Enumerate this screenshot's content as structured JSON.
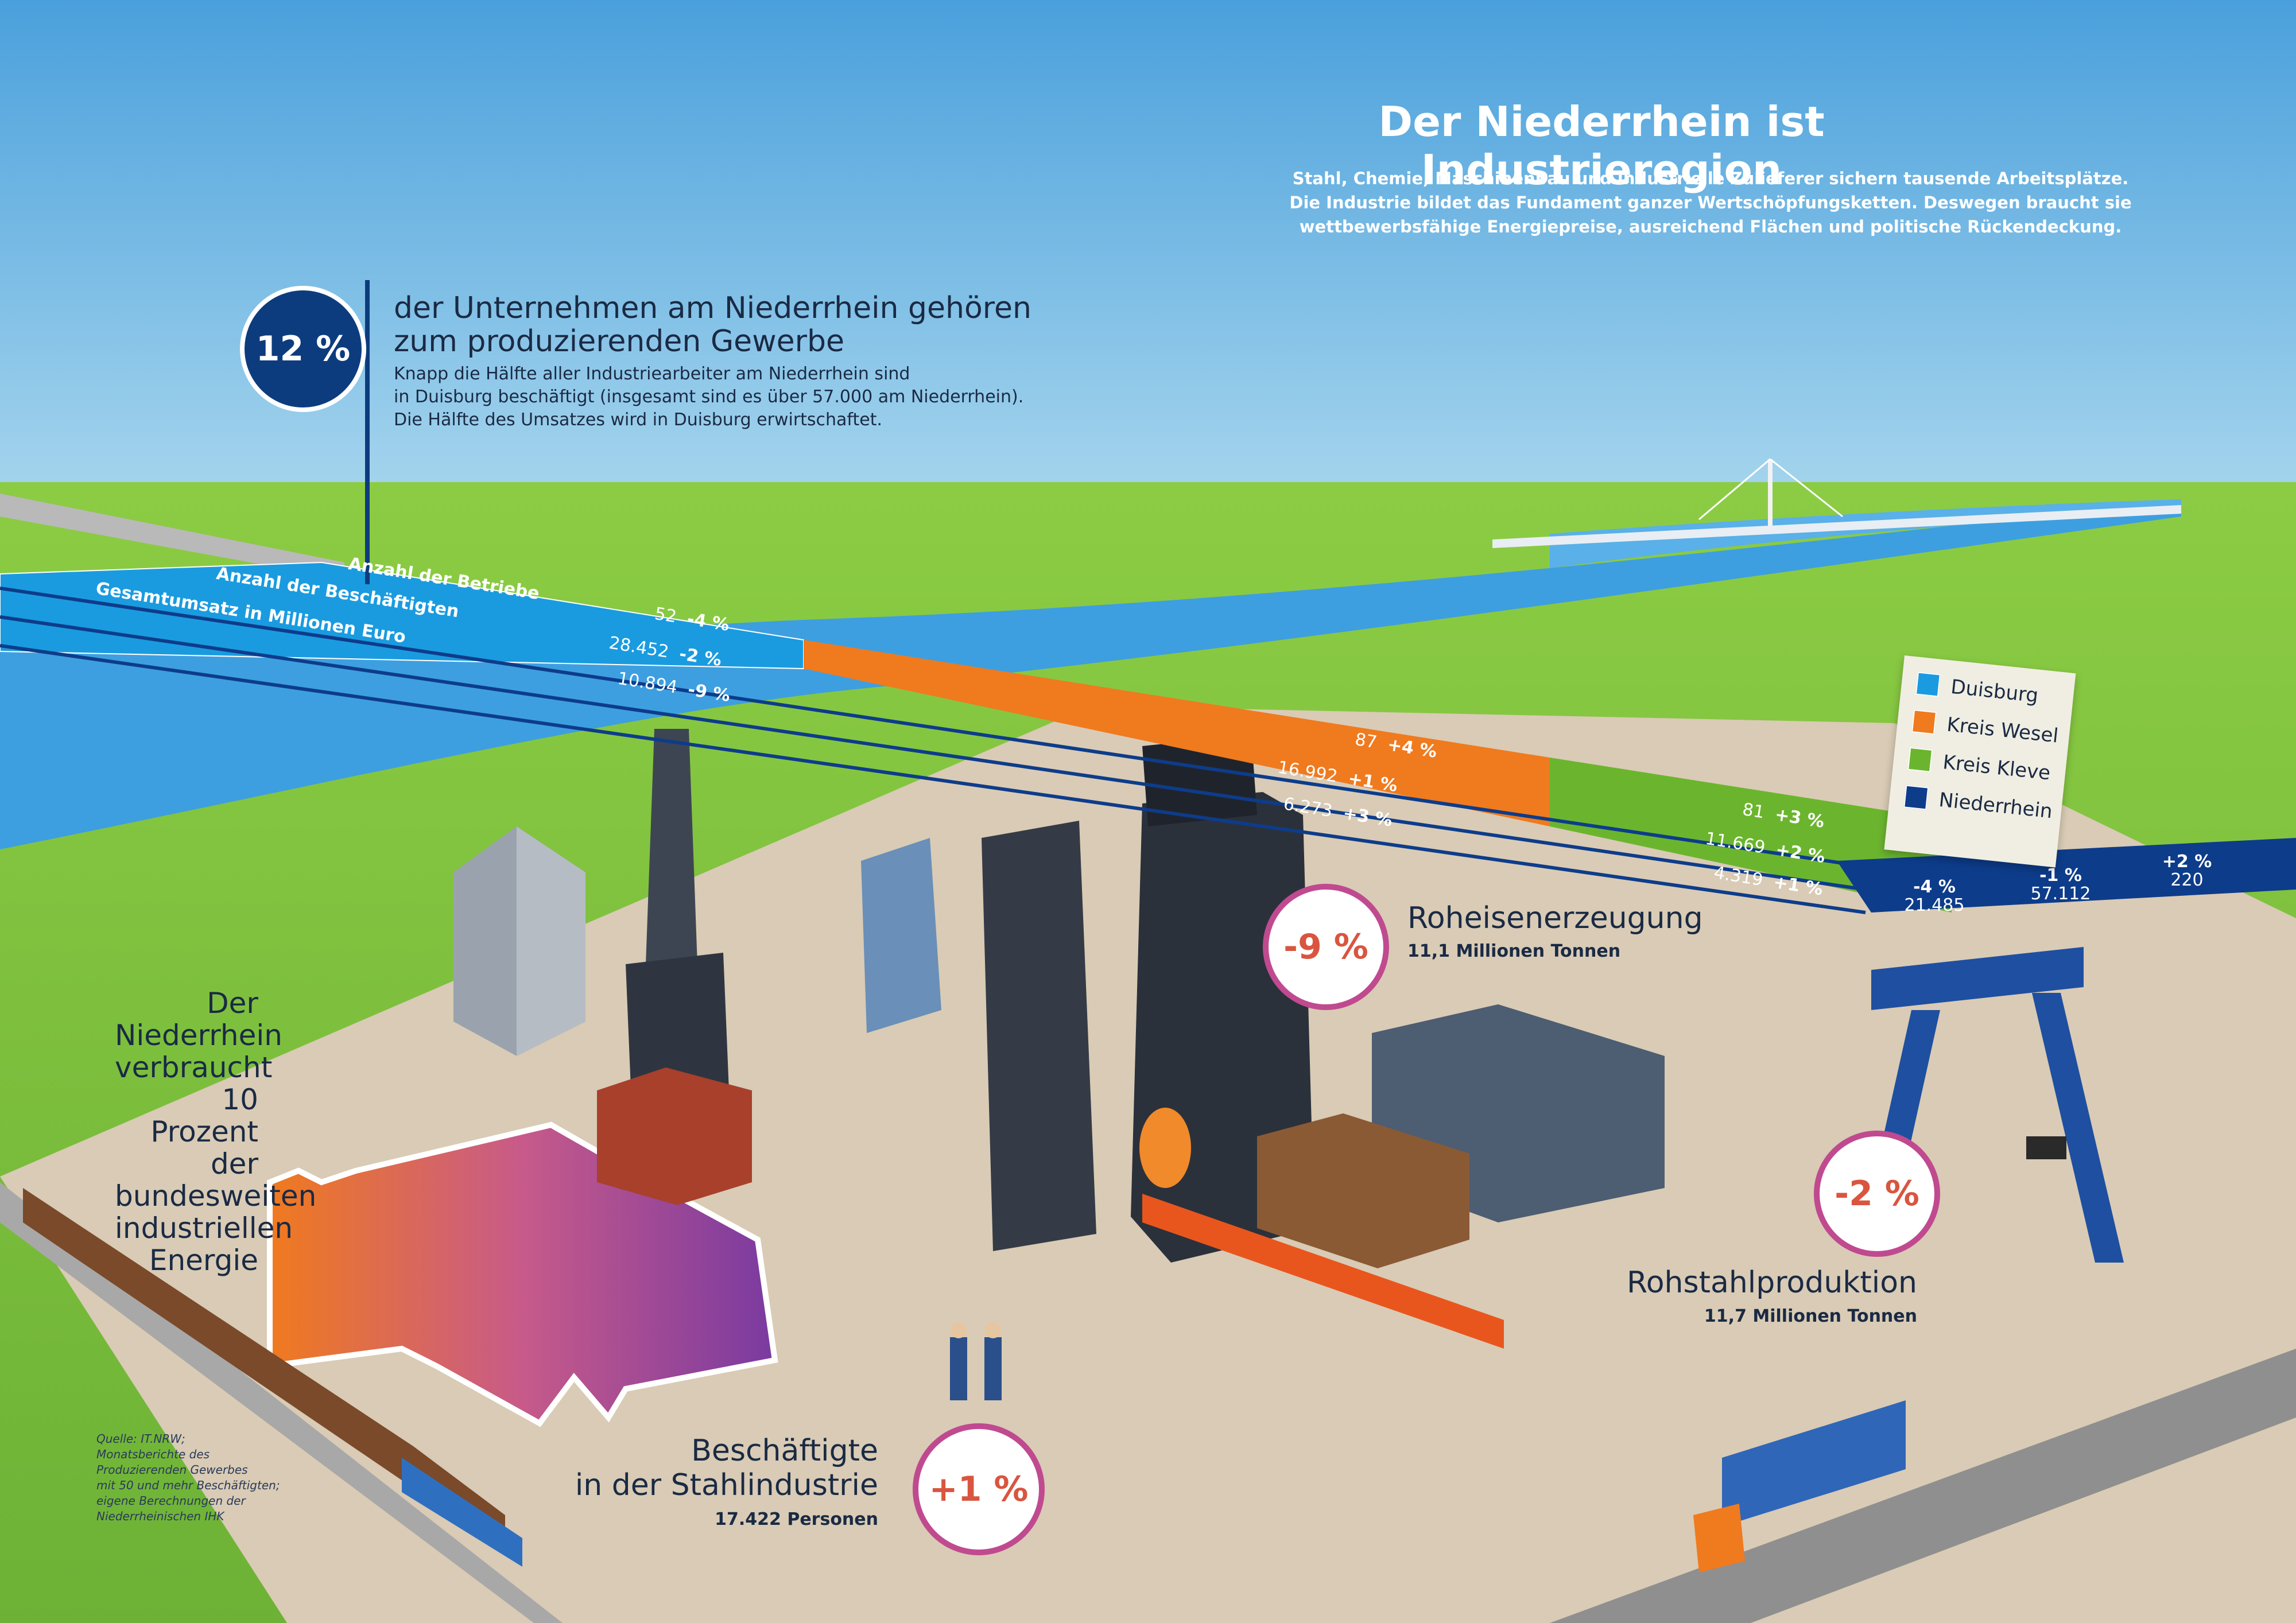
{
  "header": {
    "title": "Der Niederrhein ist Industrieregion",
    "subtitle_lines": [
      "Stahl, Chemie, Maschinenbau und industrielle Zulieferer sichern tausende Arbeitsplätze.",
      "Die Industrie bildet das Fundament ganzer Wertschöpfungsketten. Deswegen braucht sie",
      "wettbewerbsfähige Energiepreise, ausreichend Flächen und politische Rückendeckung."
    ]
  },
  "intro": {
    "percent": "12 %",
    "heading_lines": [
      "der Unternehmen am Niederrhein gehören",
      "zum produzierenden Gewerbe"
    ],
    "text_lines": [
      "Knapp die Hälfte aller Industriearbeiter am Niederrhein sind",
      "in Duisburg beschäftigt (insgesamt sind es über 57.000 am Niederrhein).",
      "Die Hälfte des Umsatzes wird in Duisburg erwirtschaftet."
    ]
  },
  "bands": {
    "labels": [
      "Anzahl der Betriebe",
      "Anzahl der Beschäftigten",
      "Gesamtumsatz in Millionen Euro"
    ],
    "duisburg": [
      {
        "value": "52",
        "change": "-4 %"
      },
      {
        "value": "28.452",
        "change": "-2 %"
      },
      {
        "value": "10.894",
        "change": "-9 %"
      }
    ],
    "wesel": [
      {
        "value": "87",
        "change": "+4 %"
      },
      {
        "value": "16.992",
        "change": "+1 %"
      },
      {
        "value": "6.273",
        "change": "+3 %"
      }
    ],
    "kleve": [
      {
        "value": "81",
        "change": "+3 %"
      },
      {
        "value": "11.669",
        "change": "+2 %"
      },
      {
        "value": "4.319",
        "change": "+1 %"
      }
    ],
    "niederrhein": [
      {
        "change": "-4 %",
        "value": "21.485"
      },
      {
        "change": "-1 %",
        "value": "57.112"
      },
      {
        "change": "+2 %",
        "value": "220"
      }
    ]
  },
  "legend": {
    "items": [
      {
        "label": "Duisburg",
        "color": "#1a9be0"
      },
      {
        "label": "Kreis Wesel",
        "color": "#f07a1e"
      },
      {
        "label": "Kreis Kleve",
        "color": "#6bb52e"
      },
      {
        "label": "Niederrhein",
        "color": "#0d3c8a"
      }
    ]
  },
  "stats": {
    "roheisen": {
      "percent": "-9 %",
      "label": "Roheisenerzeugung",
      "sub": "11,1 Millionen Tonnen"
    },
    "rohstahl": {
      "percent": "-2 %",
      "label": "Rohstahlproduktion",
      "sub": "11,7 Millionen Tonnen"
    },
    "beschaeftigte": {
      "percent": "+1 %",
      "label_lines": [
        "Beschäftigte",
        "in der Stahlindustrie"
      ],
      "sub": "17.422 Personen"
    }
  },
  "energy": {
    "lines": [
      "Der",
      "Niederrhein",
      "verbraucht",
      "10 Prozent der",
      "bundesweiten",
      "industriellen",
      "Energie"
    ]
  },
  "source": {
    "lines": [
      "Quelle: IT.NRW;",
      "Monatsberichte des",
      "Produzierenden Gewerbes",
      "mit 50 und mehr Beschäftigten;",
      "eigene Berechnungen der",
      "Niederrheinischen IHK"
    ]
  },
  "colors": {
    "sky_top": "#4aa0dc",
    "sky_bottom": "#a9d7ee",
    "grass": "#7cbf3c",
    "river": "#3d9fe0",
    "ground": "#d9cbb5",
    "accent_circle": "#c04a8f",
    "percent_text": "#d9553f",
    "dark_blue": "#0d3c7e"
  }
}
